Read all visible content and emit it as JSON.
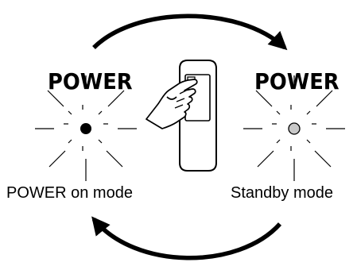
{
  "left_state": {
    "heading": "POWER",
    "caption": "POWER on mode",
    "indicator_color": "#000000"
  },
  "right_state": {
    "heading": "POWER",
    "caption": "Standby mode",
    "indicator_color": "#c8c8c8"
  },
  "icons": {
    "remote": "remote-control-icon",
    "hand": "pressing-hand-icon",
    "top_arrow": "clockwise-arrow-icon",
    "bottom_arrow": "counter-arrow-icon"
  }
}
